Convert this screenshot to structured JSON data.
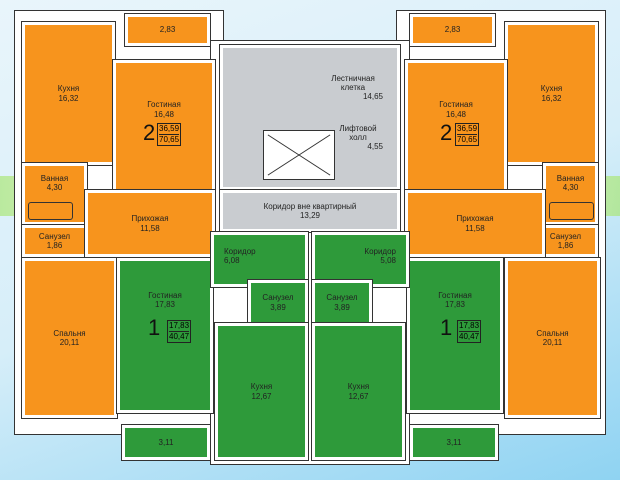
{
  "colors": {
    "two_room": "#f7941d",
    "one_room": "#2e9a3a",
    "common": "#c9ccd0",
    "highlight_band": "#e8f59a"
  },
  "left_two_room": {
    "balcony": "2,83",
    "kitchen": {
      "label": "Кухня",
      "area": "16,32"
    },
    "living": {
      "label": "Гостиная",
      "area": "16,48"
    },
    "bath": {
      "label": "Ванная",
      "area": "4,30"
    },
    "wc": {
      "label": "Санузел",
      "area": "1,86"
    },
    "hall": {
      "label": "Прихожая",
      "area": "11,58"
    },
    "bedroom": {
      "label": "Спальня",
      "area": "20,11"
    },
    "rooms": "2",
    "living_area": "36,59",
    "total_area": "70,65"
  },
  "right_two_room": {
    "balcony": "2,83",
    "kitchen": {
      "label": "Кухня",
      "area": "16,32"
    },
    "living": {
      "label": "Гостиная",
      "area": "16,48"
    },
    "bath": {
      "label": "Ванная",
      "area": "4,30"
    },
    "wc": {
      "label": "Санузел",
      "area": "1,86"
    },
    "hall": {
      "label": "Прихожая",
      "area": "11,58"
    },
    "bedroom": {
      "label": "Спальня",
      "area": "20,11"
    },
    "rooms": "2",
    "living_area": "36,59",
    "total_area": "70,65"
  },
  "left_one_room": {
    "living": {
      "label": "Гостиная",
      "area": "17,83"
    },
    "corridor": {
      "label": "Коридор",
      "area": "6,08"
    },
    "wc": {
      "label": "Санузел",
      "area": "3,89"
    },
    "kitchen": {
      "label": "Кухня",
      "area": "12,67"
    },
    "balcony": "3,11",
    "rooms": "1",
    "living_area": "17,83",
    "total_area": "40,47"
  },
  "right_one_room": {
    "living": {
      "label": "Гостиная",
      "area": "17,83"
    },
    "corridor": {
      "label": "Коридор",
      "area": "5,08"
    },
    "wc": {
      "label": "Санузел",
      "area": "3,89"
    },
    "kitchen": {
      "label": "Кухня",
      "area": "12,67"
    },
    "balcony": "3,11",
    "rooms": "1",
    "living_area": "17,83",
    "total_area": "40,47"
  },
  "common": {
    "stair": {
      "label": "Лестничная клетка",
      "area": "14,65"
    },
    "lift_hall": {
      "label": "Лифтовой холл",
      "area": "4,55"
    },
    "corridor": {
      "label": "Коридор вне квартирный",
      "area": "13,29"
    }
  }
}
